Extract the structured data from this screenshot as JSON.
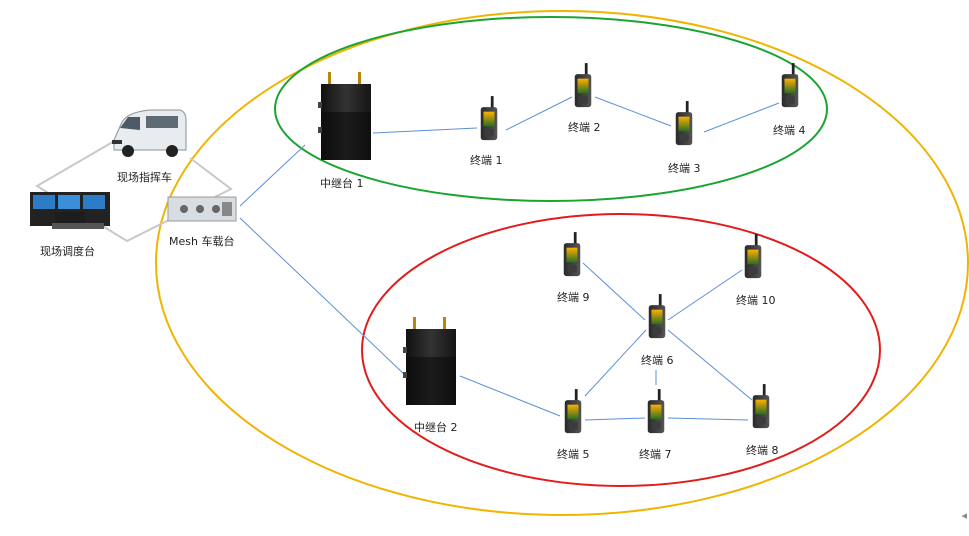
{
  "colors": {
    "outer_ellipse": "#f0b400",
    "group1_ellipse": "#1aa531",
    "group2_ellipse": "#e21b1b",
    "link_line": "#5b8fd6",
    "backbone_line": "#c8c8c8"
  },
  "labels": {
    "command_vehicle": "现场指挥车",
    "dispatch_console": "现场调度台",
    "mesh_vehicle": "Mesh 车载台",
    "relay_1": "中继台 1",
    "relay_2": "中继台 2",
    "t1": "终端 1",
    "t2": "终端 2",
    "t3": "终端 3",
    "t4": "终端 4",
    "t5": "终端 5",
    "t6": "终端 6",
    "t7": "终端 7",
    "t8": "终端 8",
    "t9": "终端 9",
    "t10": "终端 10"
  },
  "icons": {
    "vehicle": "van-icon",
    "console": "laptop-console-icon",
    "mesh": "mesh-radio-icon",
    "relay": "relay-box-icon",
    "terminal": "handheld-radio-icon"
  },
  "corner_glyph": "◂"
}
